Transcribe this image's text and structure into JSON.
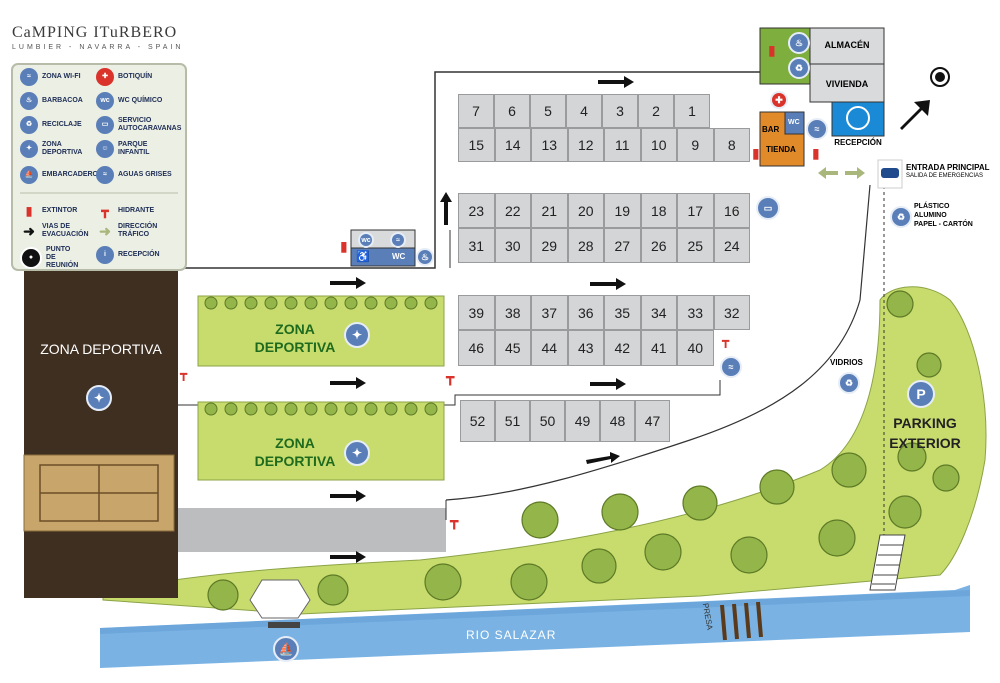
{
  "header": {
    "title": "CaMPING ITuRBERO",
    "subtitle": "LUMBIER - NAVARRA - SPAIN"
  },
  "legend": {
    "left": [
      {
        "label": "ZONA WI-FI",
        "icon": "wifi-icon"
      },
      {
        "label": "BARBACOA",
        "icon": "barbecue-icon"
      },
      {
        "label": "RECICLAJE",
        "icon": "recycle-icon"
      },
      {
        "label": "ZONA DEPORTIVA",
        "icon": "sports-icon"
      },
      {
        "label": "EMBARCADERO",
        "icon": "boat-icon"
      }
    ],
    "right": [
      {
        "label": "BOTIQUÍN",
        "icon": "first-aid-icon"
      },
      {
        "label": "WC QUÍMICO",
        "icon": "chemical-wc-icon"
      },
      {
        "label": "SERVICIO AUTOCARAVANAS",
        "icon": "motorhome-service-icon"
      },
      {
        "label": "PARQUE INFANTIL",
        "icon": "playground-icon"
      },
      {
        "label": "AGUAS GRISES",
        "icon": "grey-water-icon"
      }
    ],
    "bottom_left": [
      {
        "label": "EXTINTOR",
        "icon": "extinguisher-icon"
      },
      {
        "label": "VIAS DE EVACUACIÓN",
        "icon": "evacuation-arrow-icon"
      },
      {
        "label": "PUNTO DE REUNIÓN",
        "icon": "meeting-point-icon"
      }
    ],
    "bottom_right": [
      {
        "label": "HIDRANTE",
        "icon": "hydrant-icon"
      },
      {
        "label": "DIRECCIÓN TRÁFICO",
        "icon": "traffic-direction-icon"
      },
      {
        "label": "RECEPCIÓN",
        "icon": "reception-icon"
      }
    ]
  },
  "pitches": {
    "row1": [
      "7",
      "6",
      "5",
      "4",
      "3",
      "2",
      "1"
    ],
    "row2": [
      "15",
      "14",
      "13",
      "12",
      "11",
      "10",
      "9",
      "8"
    ],
    "row3": [
      "23",
      "22",
      "21",
      "20",
      "19",
      "18",
      "17",
      "16"
    ],
    "row4": [
      "31",
      "30",
      "29",
      "28",
      "27",
      "26",
      "25",
      "24"
    ],
    "row5": [
      "39",
      "38",
      "37",
      "36",
      "35",
      "34",
      "33",
      "32"
    ],
    "row6": [
      "46",
      "45",
      "44",
      "43",
      "42",
      "41",
      "40"
    ],
    "row7": [
      "52",
      "51",
      "50",
      "49",
      "48",
      "47"
    ]
  },
  "buildings": {
    "almacen": "ALMACÉN",
    "vivienda": "VIVIENDA",
    "recepcion": "RECEPCIÓN",
    "bar": "BAR",
    "tienda": "TIENDA",
    "wc": "WC",
    "toilet_wc": "WC"
  },
  "areas": {
    "zona_deportiva_left": "ZONA DEPORTIVA",
    "zona_deportiva_1": "ZONA DEPORTIVA",
    "zona_deportiva_2": "ZONA DEPORTIVA",
    "parking": "PARKING EXTERIOR",
    "parking_symbol": "P",
    "vidrios": "VIDRIOS",
    "entrada_principal": "ENTRADA PRINCIPAL",
    "salida_emergencias": "SALIDA DE EMERGENCIAS",
    "plastico": "PLÁSTICO",
    "aluminio": "ALUMINO",
    "papel": "PAPEL - CARTÓN",
    "rio": "RIO SALAZAR",
    "presa": "PRESA"
  },
  "colors": {
    "grass": "#c8dc6e",
    "dark_green": "#1f6b1e",
    "river": "#7ab3e3",
    "brown": "#3f2f21",
    "pitch": "#d4d5d7",
    "icon_blue": "#5a7fb8"
  }
}
